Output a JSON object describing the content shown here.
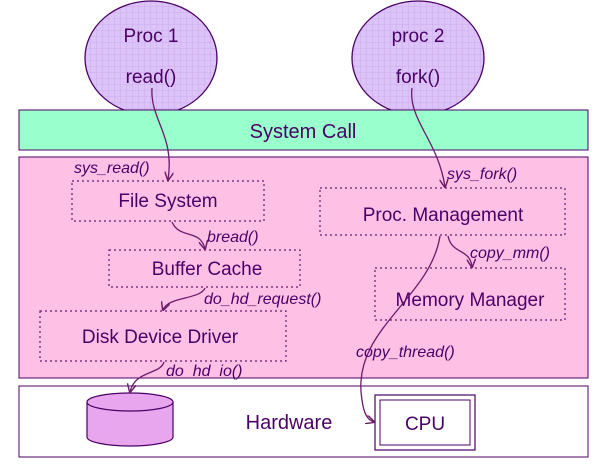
{
  "processes": {
    "proc1": {
      "name": "Proc 1",
      "call": "read()"
    },
    "proc2": {
      "name": "proc 2",
      "call": "fork()"
    }
  },
  "system_call": "System Call",
  "kernel": {
    "file_system": "File System",
    "buffer_cache": "Buffer Cache",
    "disk_device_driver": "Disk Device Driver",
    "proc_management": "Proc. Management",
    "memory_manager": "Memory Manager"
  },
  "calls": {
    "sys_read": "sys_read()",
    "bread": "bread()",
    "do_hd_request": "do_hd_request()",
    "do_hd_io": "do_hd_io()",
    "sys_fork": "sys_fork()",
    "copy_mm": "copy_mm()",
    "copy_thread": "copy_thread()"
  },
  "hardware": {
    "label": "Hardware",
    "cpu": "CPU"
  },
  "colors": {
    "process_fill": "#dcc4f8",
    "system_call_fill": "#99ffcc",
    "kernel_fill": "#ffc0e6",
    "disk_fill": "#e8a6ee",
    "stroke": "#4b0066",
    "text": "#4b0066"
  },
  "icons": {
    "disk": "disk-cylinder-icon",
    "cpu": "cpu-chip-icon"
  }
}
